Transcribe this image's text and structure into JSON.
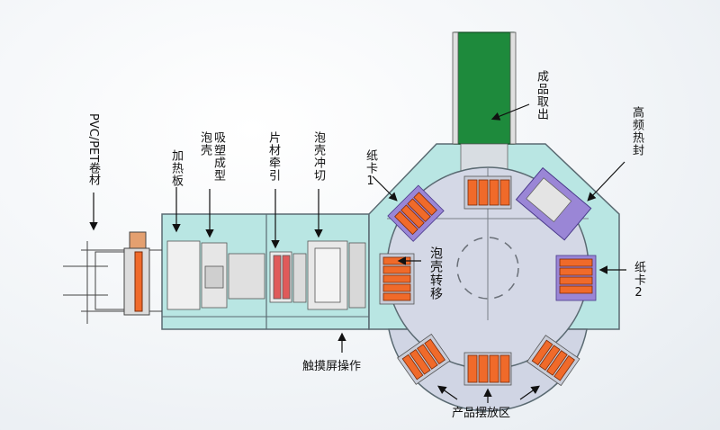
{
  "labels": {
    "pvc_roll": "PVC/PET卷材",
    "heating_plate": "加热板",
    "blister_forming": "吸塑成型泡壳",
    "sheet_traction": "片材牵引",
    "blister_cut": "泡壳冲切",
    "card_1": "纸卡1",
    "finished_out": "成品取出",
    "high_freq_seal": "高频热封",
    "card_2": "纸卡2",
    "blister_transfer": "泡壳转移",
    "touch_screen": "触摸屏操作",
    "product_area": "产品摆放区"
  },
  "colors": {
    "frame_fill": "#b9e6e3",
    "frame_stroke": "#5a6a72",
    "conveyor_green": "#1e8a3c",
    "tray_orange": "#f06a2a",
    "card_purple": "#9a86d6",
    "disc_fill": "#d4d8e6"
  }
}
